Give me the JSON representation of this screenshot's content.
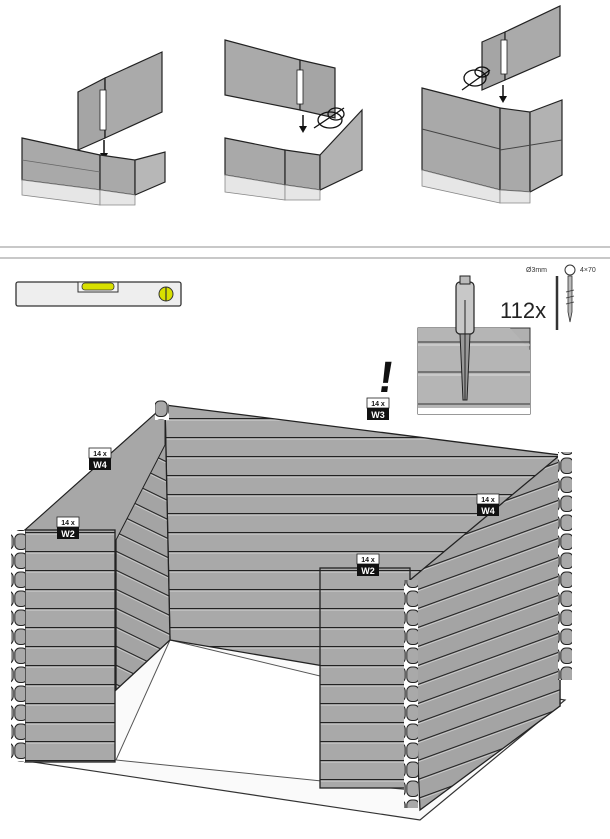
{
  "screw_quantity": "112x",
  "screw_specs": {
    "drill": "Ø3mm",
    "screw": "4×70"
  },
  "plank_labels": [
    {
      "count": "14 x",
      "code": "W3"
    },
    {
      "count": "14 x",
      "code": "W4"
    },
    {
      "count": "14 x",
      "code": "W4"
    },
    {
      "count": "14 x",
      "code": "W2"
    },
    {
      "count": "14 x",
      "code": "W2"
    }
  ],
  "warning_symbol": "!",
  "icons": [
    "spirit-level-icon",
    "drill-icon",
    "screw-icon",
    "arrow-down-icon",
    "clamp-icon"
  ],
  "colors": {
    "wood": "#a7a7a7",
    "wood_dark": "#8c8c8c",
    "line": "#1a1a1a",
    "bubble": "#d8e000"
  }
}
